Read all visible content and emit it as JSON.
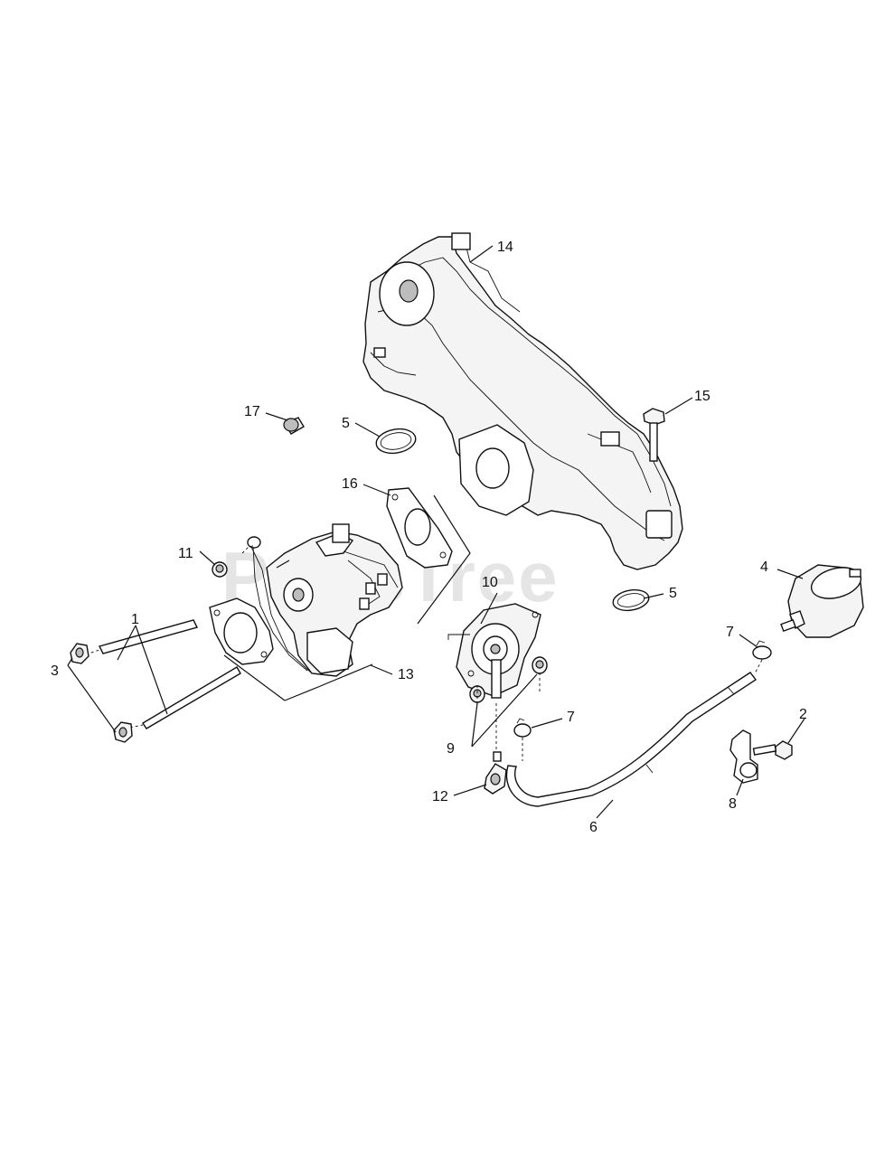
{
  "watermark": "PartsTree",
  "callouts": [
    "1",
    "2",
    "3",
    "4",
    "5",
    "5",
    "6",
    "7",
    "7",
    "8",
    "9",
    "10",
    "11",
    "12",
    "13",
    "14",
    "15",
    "16",
    "17"
  ]
}
